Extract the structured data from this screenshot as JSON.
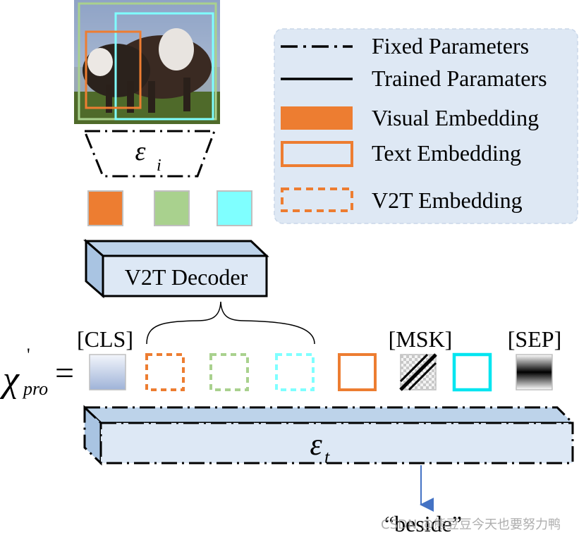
{
  "legend": {
    "items": [
      {
        "label": "Fixed Parameters",
        "swatch": "fixed"
      },
      {
        "label": "Trained Paramaters",
        "swatch": "trained"
      },
      {
        "label": "Visual Embedding",
        "swatch": "visual"
      },
      {
        "label": "Text Embedding",
        "swatch": "text"
      },
      {
        "label": "V2T Embedding",
        "swatch": "v2t"
      }
    ]
  },
  "image_encoder": {
    "symbol": "ε",
    "subscript": "i"
  },
  "decoder": {
    "label": "V2T Decoder"
  },
  "tokens": {
    "cls": "[CLS]",
    "msk": "[MSK]",
    "sep": "[SEP]"
  },
  "equation": {
    "symbol": "χ",
    "prime": "'",
    "subscript": "pro",
    "equals": "="
  },
  "text_encoder": {
    "symbol": "ε",
    "subscript": "t"
  },
  "output": {
    "word": "“beside”"
  },
  "watermark": "CSDN @熊豆豆今天也要努力鸭",
  "colors": {
    "orange": "#ED7D31",
    "green": "#A9D18E",
    "cyan": "#7FFFFF",
    "cyan_strong": "#00E5F0",
    "legend_bg": "#DEE8F4",
    "decoder_fill": "#DDE8F5",
    "arrow": "#4472C4"
  }
}
